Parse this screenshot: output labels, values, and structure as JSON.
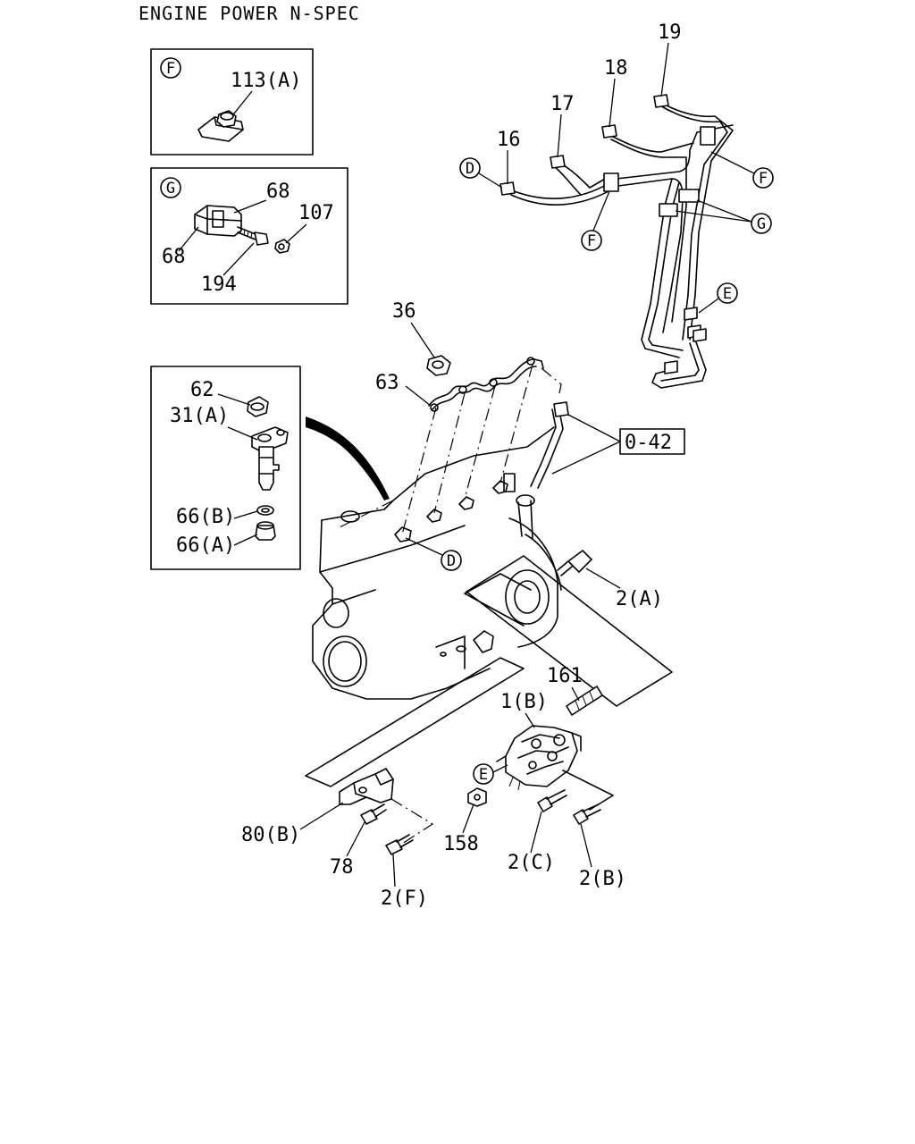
{
  "title": "ENGINE POWER N-SPEC",
  "ref_box": "0-42",
  "parts": {
    "p113a": "113(A)",
    "p68a": "68",
    "p68b": "68",
    "p107": "107",
    "p194": "194",
    "p62": "62",
    "p31a": "31(A)",
    "p66b": "66(B)",
    "p66a": "66(A)",
    "p36": "36",
    "p63": "63",
    "p16": "16",
    "p17": "17",
    "p18": "18",
    "p19": "19",
    "p2a": "2(A)",
    "p161": "161",
    "p1b": "1(B)",
    "p158": "158",
    "p2c": "2(C)",
    "p2b": "2(B)",
    "p80b": "80(B)",
    "p78": "78",
    "p2f": "2(F)"
  },
  "callouts": {
    "F": "F",
    "G": "G",
    "D": "D",
    "E": "E"
  }
}
